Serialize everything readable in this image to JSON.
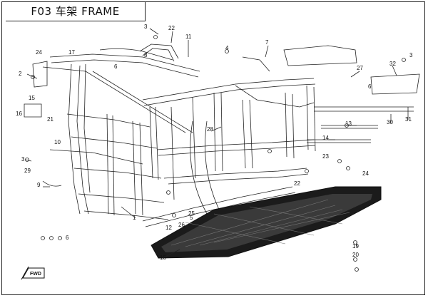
{
  "title": "F03 车架 FRAME",
  "callouts": [
    "1",
    "2",
    "3",
    "4",
    "5",
    "6",
    "7",
    "8",
    "9",
    "10",
    "11",
    "12",
    "13",
    "14",
    "15",
    "16",
    "17",
    "18",
    "19",
    "20",
    "21",
    "22",
    "23",
    "24",
    "25",
    "26",
    "27",
    "28",
    "29",
    "30",
    "31",
    "32"
  ],
  "forward_label": "FWD",
  "colors": {
    "ink": "#222222",
    "paper": "#ffffff",
    "tray": "#1b1b1b"
  }
}
